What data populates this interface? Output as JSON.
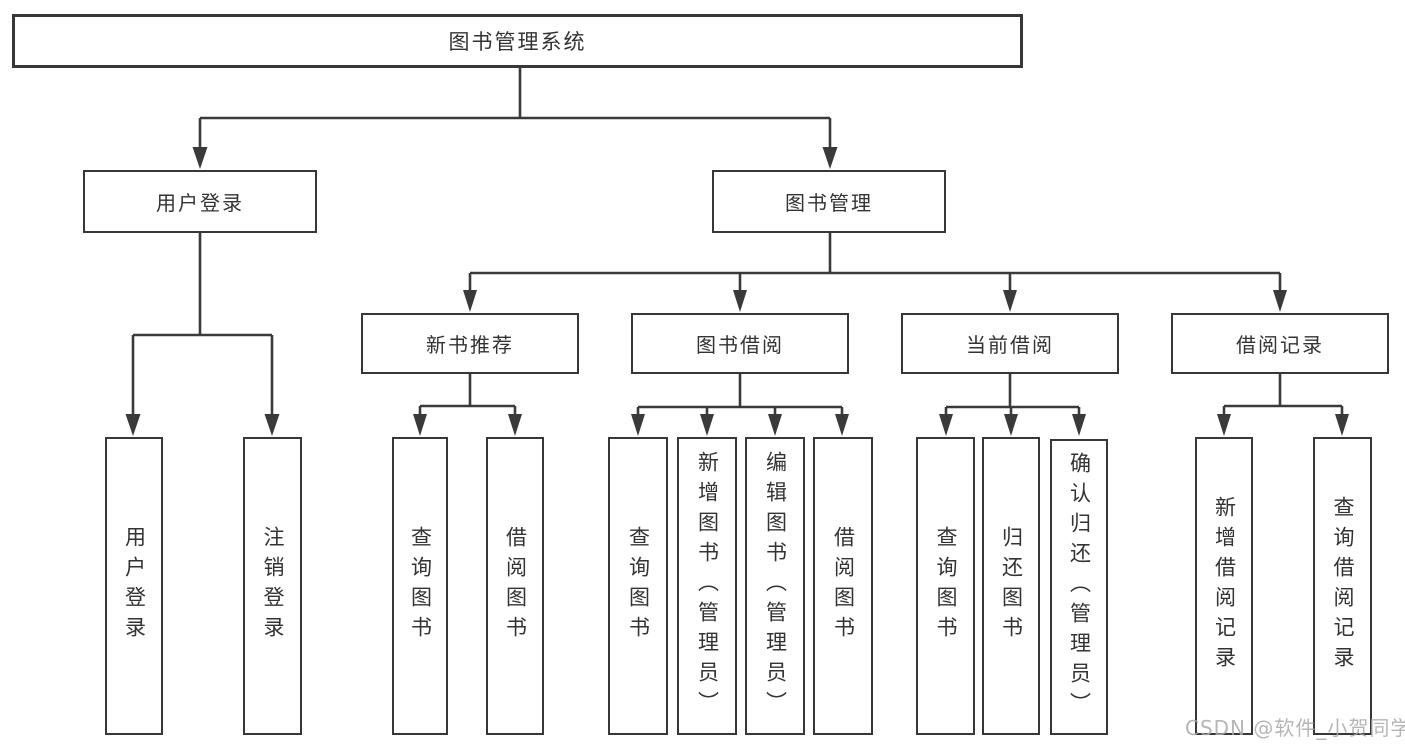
{
  "diagram": {
    "title": "图书管理系统",
    "branches": [
      {
        "label": "用户登录",
        "children": [
          {
            "label": "用户登录"
          },
          {
            "label": "注销登录"
          }
        ]
      },
      {
        "label": "图书管理",
        "sections": [
          {
            "label": "新书推荐",
            "children": [
              {
                "label": "查询图书"
              },
              {
                "label": "借阅图书"
              }
            ]
          },
          {
            "label": "图书借阅",
            "children": [
              {
                "label": "查询图书"
              },
              {
                "label": "新增图书（管理员）"
              },
              {
                "label": "编辑图书（管理员）"
              },
              {
                "label": "借阅图书"
              }
            ]
          },
          {
            "label": "当前借阅",
            "children": [
              {
                "label": "查询图书"
              },
              {
                "label": "归还图书"
              },
              {
                "label": "确认归还（管理员）"
              }
            ]
          },
          {
            "label": "借阅记录",
            "children": [
              {
                "label": "新增借阅记录"
              },
              {
                "label": "查询借阅记录"
              }
            ]
          }
        ]
      }
    ]
  },
  "style": {
    "line_color": "#3a3a3a",
    "box_border_color": "#373737",
    "text_color": "#333333",
    "watermark_color": "#aaaaaa"
  },
  "watermark": "CSDN @软件_小贺同学"
}
